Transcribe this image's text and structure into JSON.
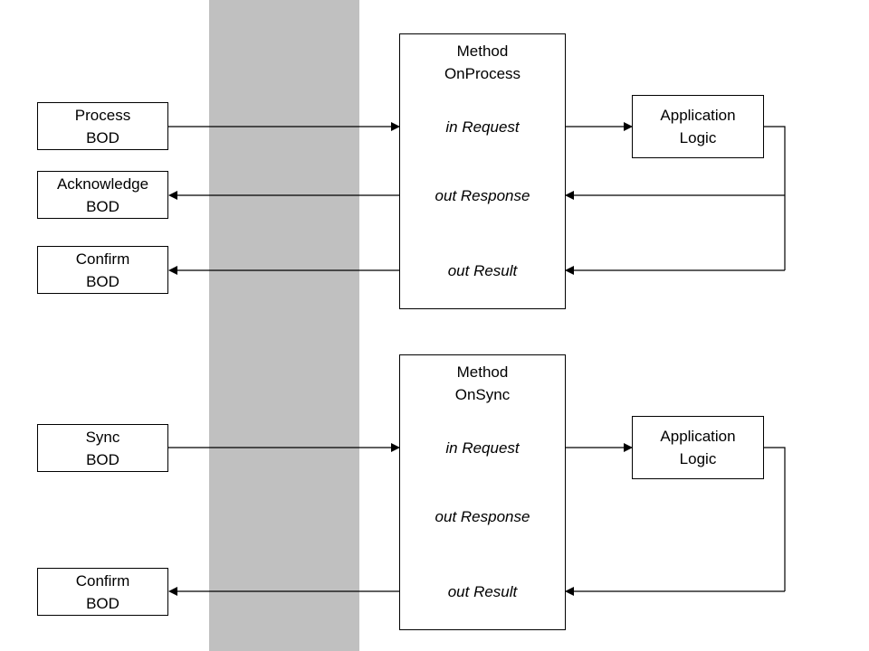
{
  "bods": {
    "process": [
      "Process",
      "BOD"
    ],
    "acknowledge": [
      "Acknowledge",
      "BOD"
    ],
    "confirm_process": [
      "Confirm",
      "BOD"
    ],
    "sync": [
      "Sync",
      "BOD"
    ],
    "confirm_sync": [
      "Confirm",
      "BOD"
    ]
  },
  "methods": {
    "process": {
      "title": [
        "Method",
        "OnProcess"
      ],
      "in_request": "in Request",
      "out_response": "out Response",
      "out_result": "out Result"
    },
    "sync": {
      "title": [
        "Method",
        "OnSync"
      ],
      "in_request": "in Request",
      "out_response": "out Response",
      "out_result": "out Result"
    }
  },
  "app_logic": {
    "process": [
      "Application",
      "Logic"
    ],
    "sync": [
      "Application",
      "Logic"
    ]
  }
}
